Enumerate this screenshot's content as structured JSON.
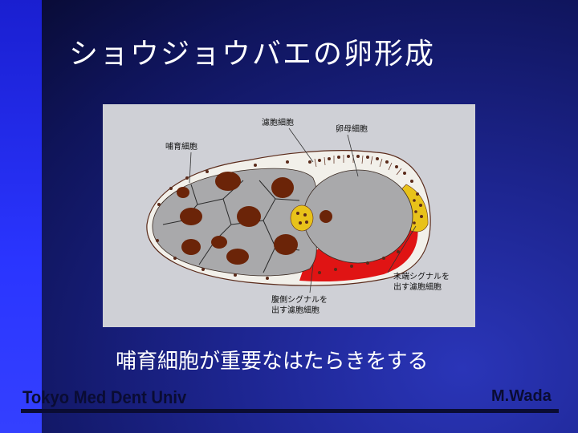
{
  "slide": {
    "title": "ショウジョウバエの卵形成",
    "caption": "哺育細胞が重要なはたらきをする",
    "footer_left": "Tokyo Med Dent Univ",
    "footer_right": "M.Wada"
  },
  "diagram": {
    "labels": {
      "follicle_cells": "濾胞細胞",
      "oocyte": "卵母細胞",
      "nurse_cells": "哺育細胞",
      "terminal_signal_line1": "末端シグナルを",
      "terminal_signal_line2": "出す濾胞細胞",
      "ventral_signal_line1": "腹側シグナルを",
      "ventral_signal_line2": "出す濾胞細胞"
    },
    "colors": {
      "background": "#cfd0d6",
      "cytoplasm": "#a9a9ab",
      "nucleus": "#6b2408",
      "terminal_follicle": "#e8c21a",
      "ventral_follicle": "#e01414",
      "follicle_epithelium": "#f2f0ea"
    }
  }
}
